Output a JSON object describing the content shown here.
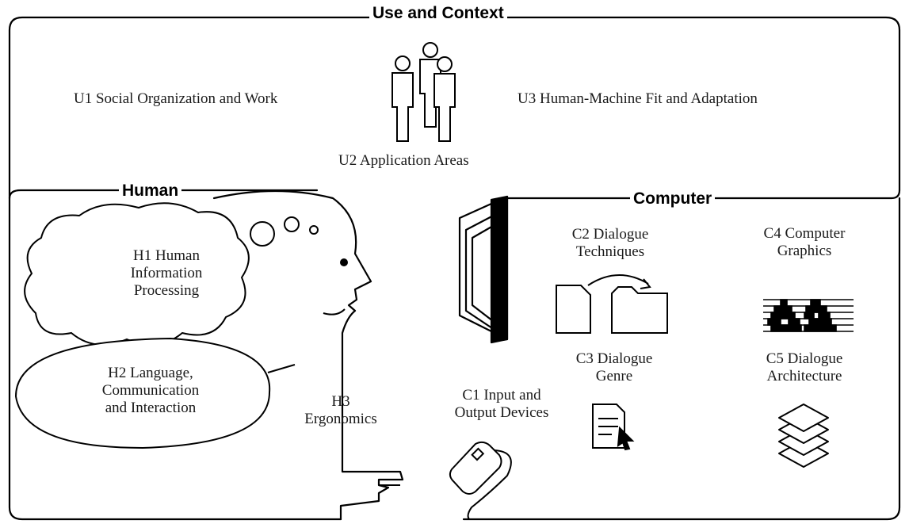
{
  "sections": {
    "use": {
      "title": "Use and Context",
      "items": [
        "U1 Social Organization and Work",
        "U2 Application Areas",
        "U3 Human-Machine Fit and Adaptation"
      ]
    },
    "human": {
      "title": "Human",
      "h1": [
        "H1 Human",
        "Information",
        "Processing"
      ],
      "h2": [
        "H2 Language,",
        "Communication",
        "and Interaction"
      ],
      "h3": [
        "H3",
        "Ergonomics"
      ]
    },
    "computer": {
      "title": "Computer",
      "c1": [
        "C1 Input and",
        "Output Devices"
      ],
      "c2": [
        "C2 Dialogue",
        "Techniques"
      ],
      "c3": [
        "C3 Dialogue",
        "Genre"
      ],
      "c4": [
        "C4 Computer",
        "Graphics"
      ],
      "c5": [
        "C5 Dialogue",
        "Architecture"
      ]
    }
  },
  "icons": [
    "people-group-icon",
    "human-head-icon",
    "thought-cloud-icon",
    "speech-bubble-icon",
    "pointing-hand-icon",
    "monitor-icon",
    "document-icon",
    "folder-icon",
    "transfer-arrow-icon",
    "pixel-graphics-icon",
    "document-cursor-icon",
    "mouse-icon",
    "layers-icon"
  ]
}
